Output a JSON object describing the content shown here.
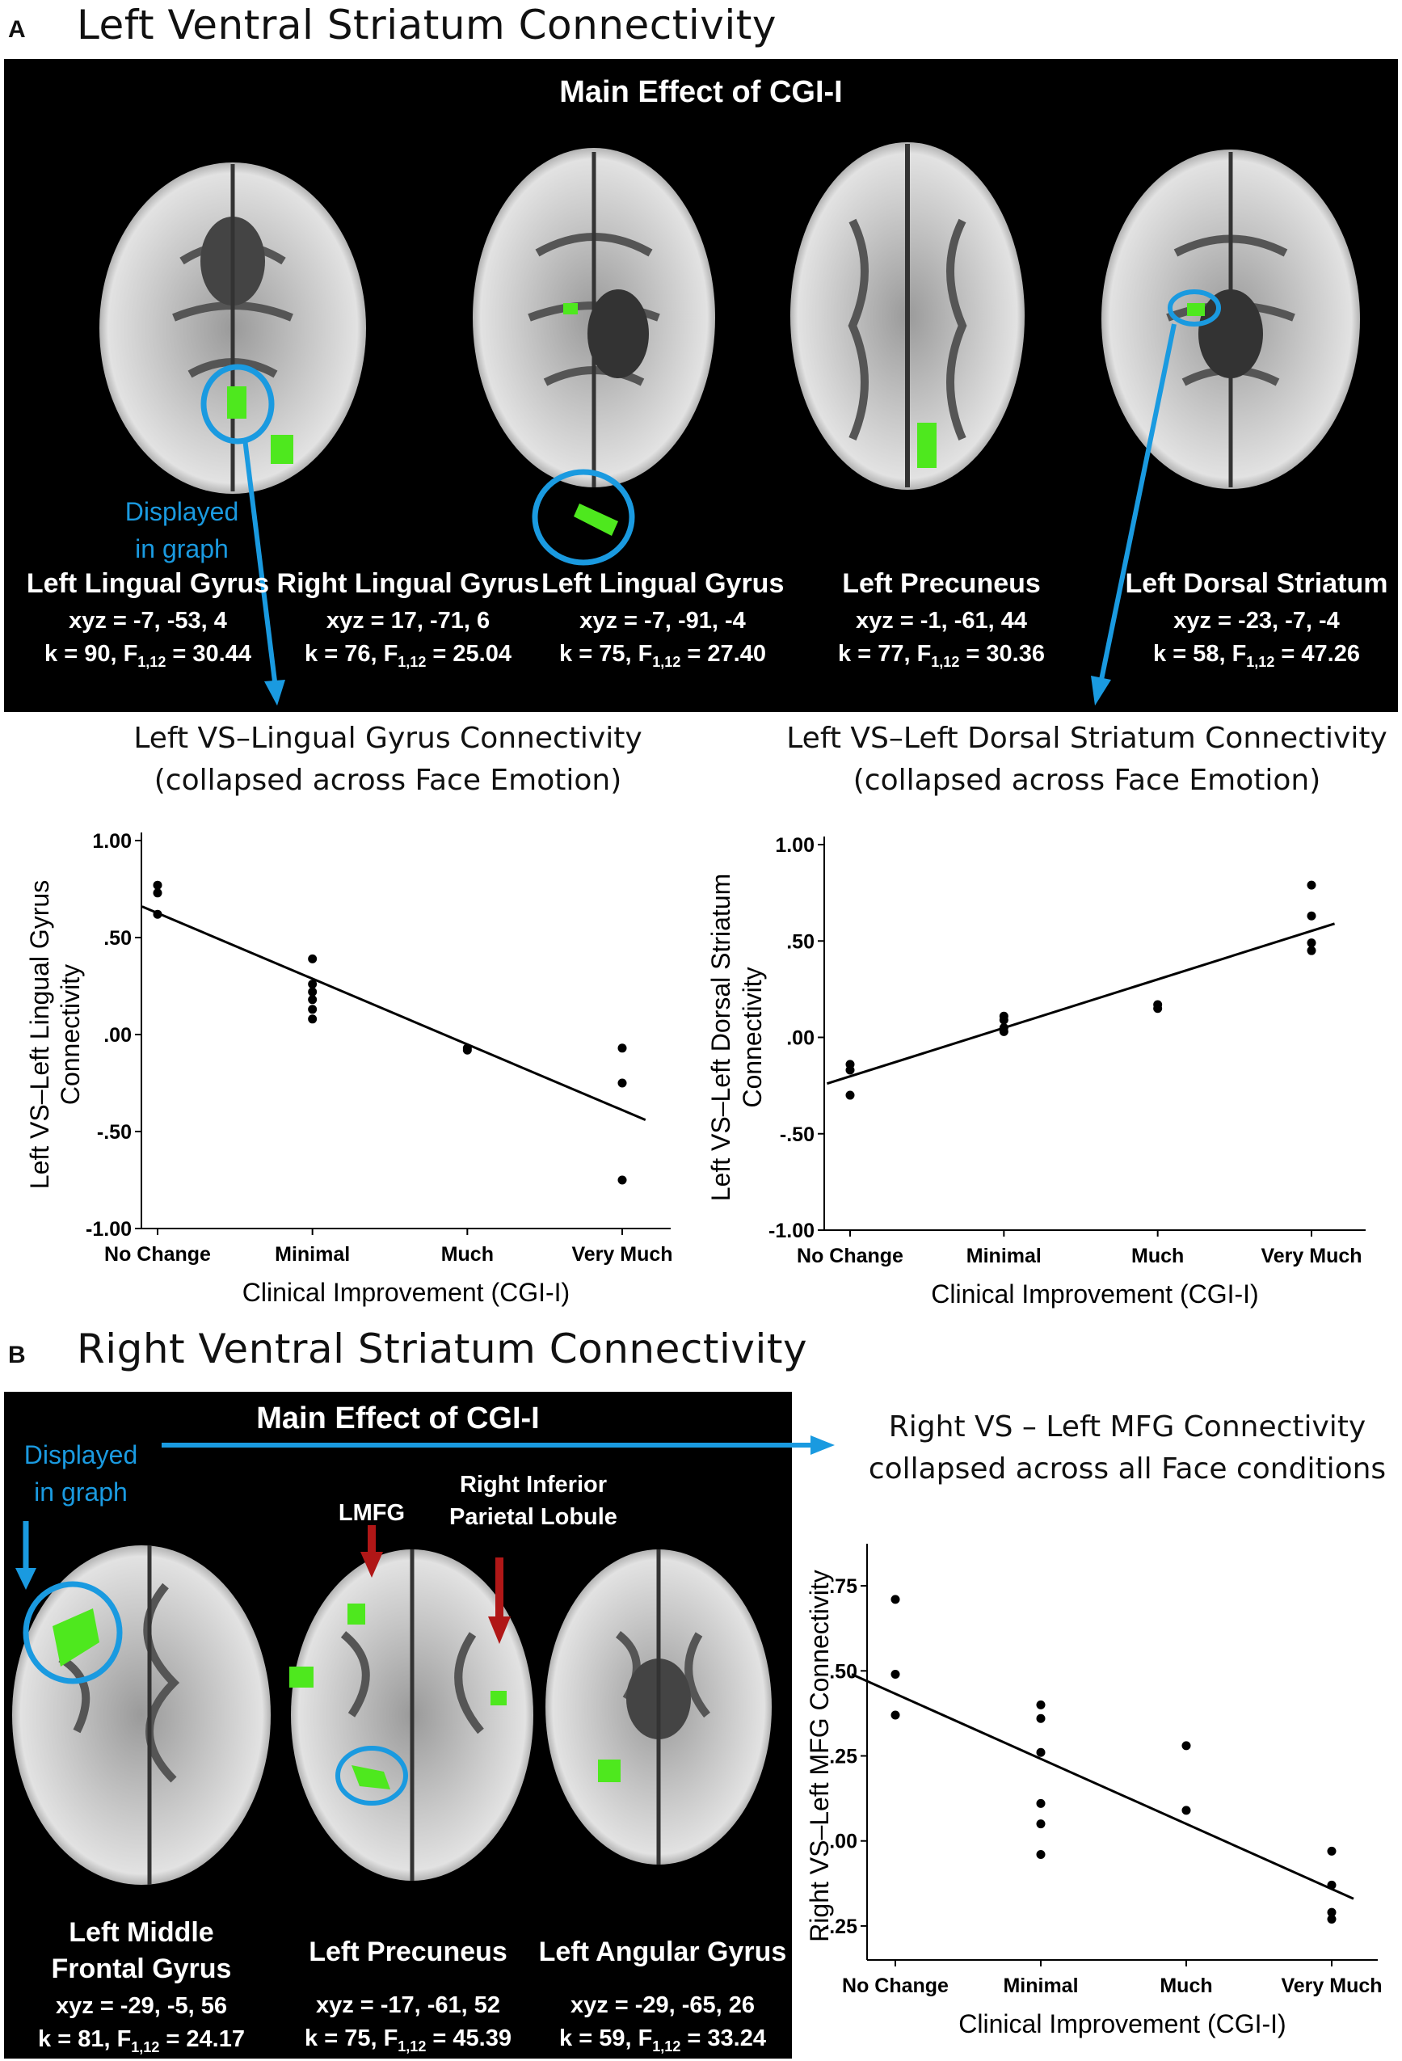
{
  "panel_a": {
    "letter": "A",
    "title": "Left Ventral Striatum Connectivity",
    "heading": "Main Effect of CGI-I",
    "displayed_note_1": "Displayed",
    "displayed_note_2": "in graph",
    "regions": [
      {
        "name": "Left Lingual Gyrus",
        "coord": "xyz = -7, -53, 4",
        "k": "k = 90, F",
        "sub": "1,12",
        "f": " = 30.44"
      },
      {
        "name": "Right Lingual Gyrus",
        "coord": "xyz = 17, -71, 6",
        "k": "k = 76, F",
        "sub": "1,12",
        "f": " = 25.04"
      },
      {
        "name": "Left Lingual Gyrus",
        "coord": "xyz = -7, -91, -4",
        "k": "k = 75, F",
        "sub": "1,12",
        "f": " = 27.40"
      },
      {
        "name": "Left Precuneus",
        "coord": "xyz = -1, -61, 44",
        "k": "k = 77, F",
        "sub": "1,12",
        "f": " = 30.36"
      },
      {
        "name": "Left Dorsal Striatum",
        "coord": "xyz = -23, -7, -4",
        "k": "k = 58, F",
        "sub": "1,12",
        "f": " = 47.26"
      }
    ]
  },
  "panel_b": {
    "letter": "B",
    "title": "Right Ventral Striatum Connectivity",
    "heading": "Main Effect of CGI-I",
    "displayed_note_1": "Displayed",
    "displayed_note_2": "in graph",
    "lmfg_label": "LMFG",
    "ripl_label_1": "Right Inferior",
    "ripl_label_2": "Parietal Lobule",
    "regions": [
      {
        "name": "Left Middle",
        "name2": "Frontal Gyrus",
        "coord": "xyz = -29, -5, 56",
        "k": "k = 81, F",
        "sub": "1,12",
        "f": " = 24.17"
      },
      {
        "name": "Left Precuneus",
        "name2": "",
        "coord": "xyz = -17, -61, 52",
        "k": "k = 75, F",
        "sub": "1,12",
        "f": " = 45.39"
      },
      {
        "name": "Left Angular Gyrus",
        "name2": "",
        "coord": "xyz = -29, -65, 26",
        "k": "k = 59, F",
        "sub": "1,12",
        "f": " = 33.24"
      }
    ]
  },
  "colors": {
    "highlight_blue": "#1a9ae0",
    "cluster_green": "#4ee81e",
    "arrow_red": "#b01717",
    "panel_black": "#000000"
  },
  "chart_data": [
    {
      "type": "scatter",
      "title_line1": "Left VS–Lingual Gyrus Connectivity",
      "title_line2": "(collapsed across Face Emotion)",
      "xlabel": "Clinical Improvement (CGI-I)",
      "ylabel_line1": "Left VS–Left Lingual Gyrus",
      "ylabel_line2": "Connectivity",
      "categories": [
        "No Change",
        "Minimal",
        "Much",
        "Very Much"
      ],
      "yticks": [
        1.0,
        0.5,
        0.0,
        -0.5,
        -1.0
      ],
      "ytick_labels": [
        "1.00",
        ".50",
        ".00",
        "-.50",
        "-1.00"
      ],
      "ylim": [
        -1.0,
        1.0
      ],
      "points": [
        [
          0,
          0.77
        ],
        [
          0,
          0.73
        ],
        [
          0,
          0.62
        ],
        [
          1,
          0.39
        ],
        [
          1,
          0.26
        ],
        [
          1,
          0.22
        ],
        [
          1,
          0.18
        ],
        [
          1,
          0.13
        ],
        [
          1,
          0.08
        ],
        [
          2,
          -0.07
        ],
        [
          2,
          -0.08
        ],
        [
          3,
          -0.07
        ],
        [
          3,
          -0.25
        ],
        [
          3,
          -0.75
        ]
      ],
      "fit_line": [
        [
          -0.1,
          0.66
        ],
        [
          3.15,
          -0.44
        ]
      ]
    },
    {
      "type": "scatter",
      "title_line1": "Left VS–Left Dorsal Striatum Connectivity",
      "title_line2": "(collapsed across Face Emotion)",
      "xlabel": "Clinical Improvement (CGI-I)",
      "ylabel_line1": "Left VS–Left Dorsal Striatum",
      "ylabel_line2": "Connectivity",
      "categories": [
        "No Change",
        "Minimal",
        "Much",
        "Very Much"
      ],
      "yticks": [
        1.0,
        0.5,
        0.0,
        -0.5,
        -1.0
      ],
      "ytick_labels": [
        "1.00",
        ".50",
        ".00",
        "-.50",
        "-1.00"
      ],
      "ylim": [
        -1.0,
        1.0
      ],
      "points": [
        [
          0,
          -0.14
        ],
        [
          0,
          -0.17
        ],
        [
          0,
          -0.3
        ],
        [
          1,
          0.11
        ],
        [
          1,
          0.09
        ],
        [
          1,
          0.05
        ],
        [
          1,
          0.03
        ],
        [
          2,
          0.17
        ],
        [
          2,
          0.15
        ],
        [
          3,
          0.79
        ],
        [
          3,
          0.63
        ],
        [
          3,
          0.49
        ],
        [
          3,
          0.45
        ]
      ],
      "fit_line": [
        [
          -0.15,
          -0.24
        ],
        [
          3.15,
          0.59
        ]
      ]
    },
    {
      "type": "scatter",
      "title_line1": "Right VS – Left MFG Connectivity",
      "title_line2": "collapsed across all Face conditions",
      "xlabel": "Clinical Improvement (CGI-I)",
      "ylabel_line1": "Right VS–Left MFG Connectivity",
      "ylabel_line2": "",
      "categories": [
        "No Change",
        "Minimal",
        "Much",
        "Very Much"
      ],
      "yticks": [
        0.75,
        0.5,
        0.25,
        0.0,
        -0.25
      ],
      "ytick_labels": [
        ".75",
        ".50",
        ".25",
        ".00",
        "-.25"
      ],
      "ylim": [
        -0.35,
        0.85
      ],
      "points": [
        [
          0,
          0.71
        ],
        [
          0,
          0.49
        ],
        [
          0,
          0.37
        ],
        [
          1,
          0.4
        ],
        [
          1,
          0.36
        ],
        [
          1,
          0.26
        ],
        [
          1,
          0.11
        ],
        [
          1,
          0.05
        ],
        [
          1,
          -0.04
        ],
        [
          2,
          0.28
        ],
        [
          2,
          0.09
        ],
        [
          3,
          -0.03
        ],
        [
          3,
          -0.13
        ],
        [
          3,
          -0.21
        ],
        [
          3,
          -0.23
        ]
      ],
      "fit_line": [
        [
          -0.3,
          0.49
        ],
        [
          3.15,
          -0.17
        ]
      ]
    }
  ]
}
